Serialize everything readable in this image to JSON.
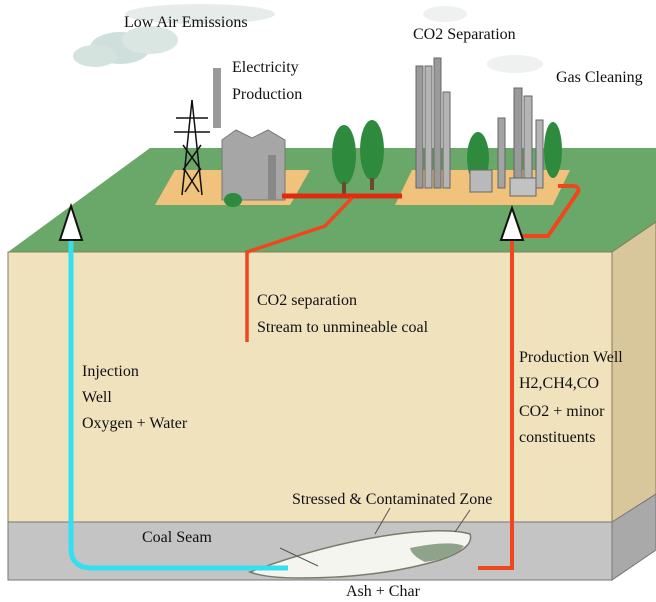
{
  "labels": {
    "low_air_emissions": "Low Air Emissions",
    "electricity_line1": "Electricity",
    "electricity_line2": "Production",
    "co2_separation_top": "CO2 Separation",
    "gas_cleaning": "Gas Cleaning",
    "co2_stream_line1": "CO2 separation",
    "co2_stream_line2": "Stream to unmineable coal",
    "injection_line1": "Injection",
    "injection_line2": "Well",
    "injection_line3": "Oxygen + Water",
    "production_line1": "Production Well",
    "production_line2": "H2,CH4,CO",
    "production_line3": "CO2 + minor",
    "production_line4": "constituents",
    "stressed_zone": "Stressed & Contaminated Zone",
    "coal_seam": "Coal Seam",
    "ash_char": "Ash + Char"
  },
  "colors": {
    "surface_green": "#6aa86a",
    "earth_front": "#f1e2be",
    "earth_side": "#d9c79c",
    "coal_front": "#c4c4c4",
    "coal_side": "#a9a9a9",
    "injection_pipe": "#33e0f0",
    "production_pipe": "#f0461e",
    "pad": "#f0c27c"
  }
}
